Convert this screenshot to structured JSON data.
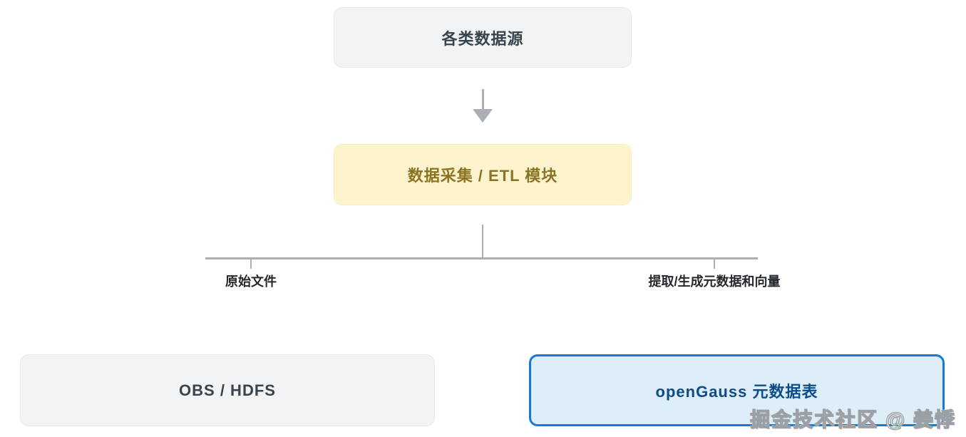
{
  "diagram_type": "flowchart",
  "nodes": {
    "data_sources": {
      "label": "各类数据源",
      "style": "gray"
    },
    "etl_module": {
      "label": "数据采集 / ETL 模块",
      "style": "yellow"
    },
    "obs_hdfs": {
      "label": "OBS / HDFS",
      "style": "gray"
    },
    "opengauss_table": {
      "label": "openGauss 元数据表",
      "style": "blue"
    }
  },
  "edges": [
    {
      "from": "data_sources",
      "to": "etl_module",
      "type": "arrow-down",
      "label": ""
    },
    {
      "from": "etl_module",
      "to": "obs_hdfs",
      "type": "branch",
      "label": "原始文件"
    },
    {
      "from": "etl_module",
      "to": "opengauss_table",
      "type": "branch",
      "label": "提取/生成元数据和向量"
    }
  ],
  "branch_labels": {
    "left": "原始文件",
    "right": "提取/生成元数据和向量"
  },
  "watermark": {
    "text": "掘金技术社区 @ 姜悸"
  },
  "colors": {
    "background": "#ffffff",
    "node_gray_bg": "#f1f3f4",
    "node_gray_text": "#39434b",
    "node_yellow_bg": "#fdf3cd",
    "node_yellow_text": "#8a7424",
    "node_blue_bg": "#ddeef8",
    "node_blue_border": "#1579d6",
    "node_blue_text": "#0d4c8c",
    "connector": "#a9afb4",
    "branch_label_text": "#24292e"
  }
}
